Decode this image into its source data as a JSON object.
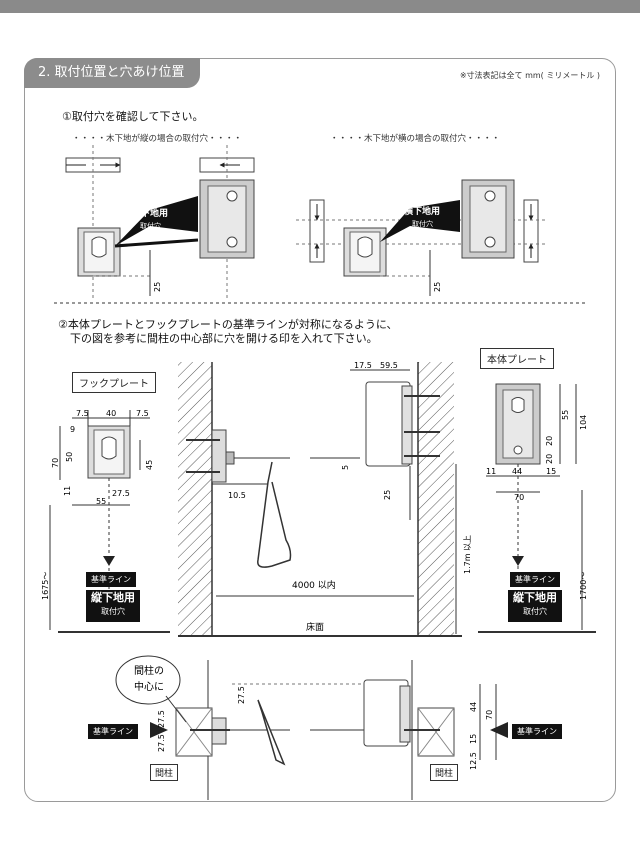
{
  "section": {
    "title": "2. 取付位置と穴あけ位置",
    "note": "※寸法表記は全て mm( ミリメートル )"
  },
  "step1": {
    "heading": "①取付穴を確認して下さい。",
    "vertical_caption": "・・・・木下地が縦の場合の取付穴・・・・",
    "horizontal_caption": "・・・・木下地が横の場合の取付穴・・・・",
    "vertical_callout_line1": "縦下地用",
    "vertical_callout_line2": "取付穴",
    "horizontal_callout_line1": "横下地用",
    "horizontal_callout_line2": "取付穴",
    "dim_25": "25"
  },
  "step2": {
    "heading_line1": "②本体プレートとフックプレートの基準ラインが対称になるように、",
    "heading_line2": "下の図を参考に間柱の中心部に穴を開ける印を入れて下さい。"
  },
  "hook_plate": {
    "label": "フックプレート",
    "dims": [
      "7.5",
      "40",
      "7.5",
      "9",
      "70",
      "50",
      "45",
      "11",
      "27.5",
      "55",
      "1675～"
    ],
    "base_line": "基準ライン",
    "hole_label_line1": "縦下地用",
    "hole_label_line2": "取付穴"
  },
  "body_plate": {
    "label": "本体プレート",
    "dims": [
      "55",
      "104",
      "20",
      "20",
      "11",
      "44",
      "15",
      "70",
      "1700～"
    ],
    "base_line": "基準ライン",
    "hole_label_line1": "縦下地用",
    "hole_label_line2": "取付穴"
  },
  "center_view": {
    "dims_top": [
      "17.5",
      "59.5"
    ],
    "dim_5": "5",
    "dim_25": "25",
    "dim_10_5": "10.5",
    "span": "4000 以内",
    "height": "1.7m 以上",
    "floor": "床面"
  },
  "bottom_view": {
    "callout_line1": "間柱の",
    "callout_line2": "中心に",
    "base_line_left": "基準ライン",
    "base_line_right": "基準ライン",
    "stud_left": "間柱",
    "stud_right": "間柱",
    "dims_left": [
      "27.5",
      "27.5",
      "27.5"
    ],
    "dims_right": [
      "44",
      "70",
      "15",
      "12.5"
    ]
  }
}
